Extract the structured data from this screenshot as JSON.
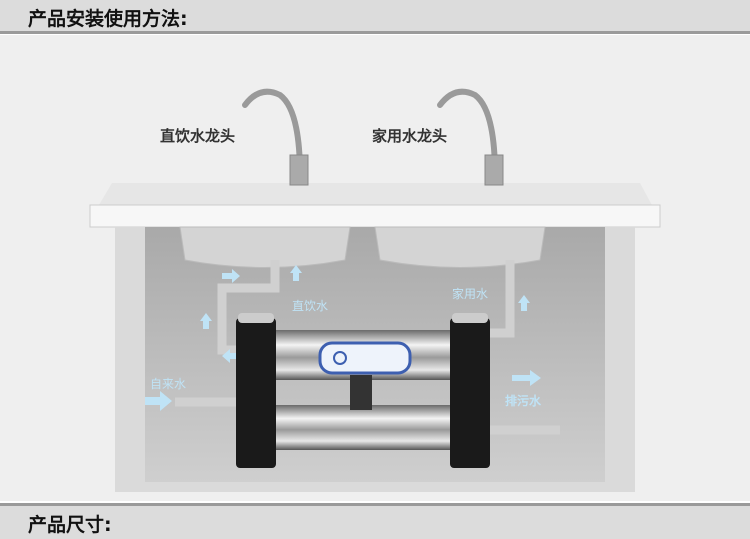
{
  "header": {
    "title": "产品安装使用方法:"
  },
  "diagram": {
    "faucet_left": "直饮水龙头",
    "faucet_right": "家用水龙头",
    "pipe_direct": "直饮水",
    "pipe_household": "家用水",
    "inlet": "自来水",
    "drain": "排污水",
    "accent_color": "#bfe3f6"
  },
  "footer": {
    "title": "产品尺寸:"
  }
}
